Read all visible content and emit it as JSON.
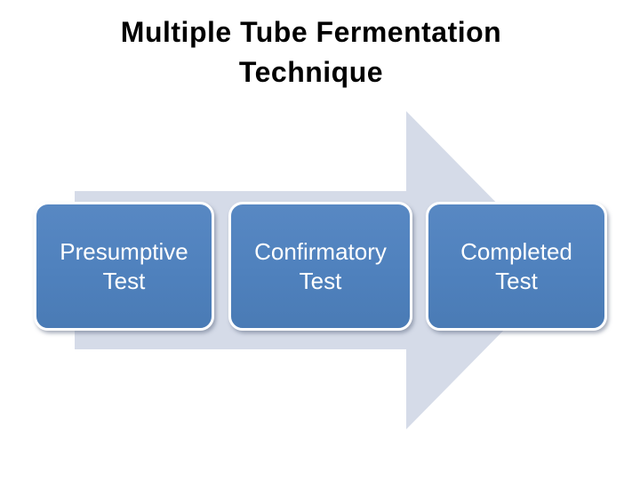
{
  "slide": {
    "title": {
      "line1": "Multiple Tube Fermentation",
      "line2": "Technique"
    }
  },
  "diagram": {
    "type": "horizontal-process-arrow",
    "direction": "right",
    "steps": [
      {
        "line1": "Presumptive",
        "line2": "Test"
      },
      {
        "line1": "Confirmatory",
        "line2": "Test"
      },
      {
        "line1": "Completed",
        "line2": "Test"
      }
    ]
  },
  "colors": {
    "background": "#FFFFFF",
    "arrow": "#D5DBE8",
    "step_fill": "#4F81BD",
    "step_fill_top": "#5888C3",
    "step_fill_bottom": "#4A7BB5",
    "step_border": "#FFFFFF",
    "step_text": "#FFFFFF",
    "title_text": "#000000"
  }
}
